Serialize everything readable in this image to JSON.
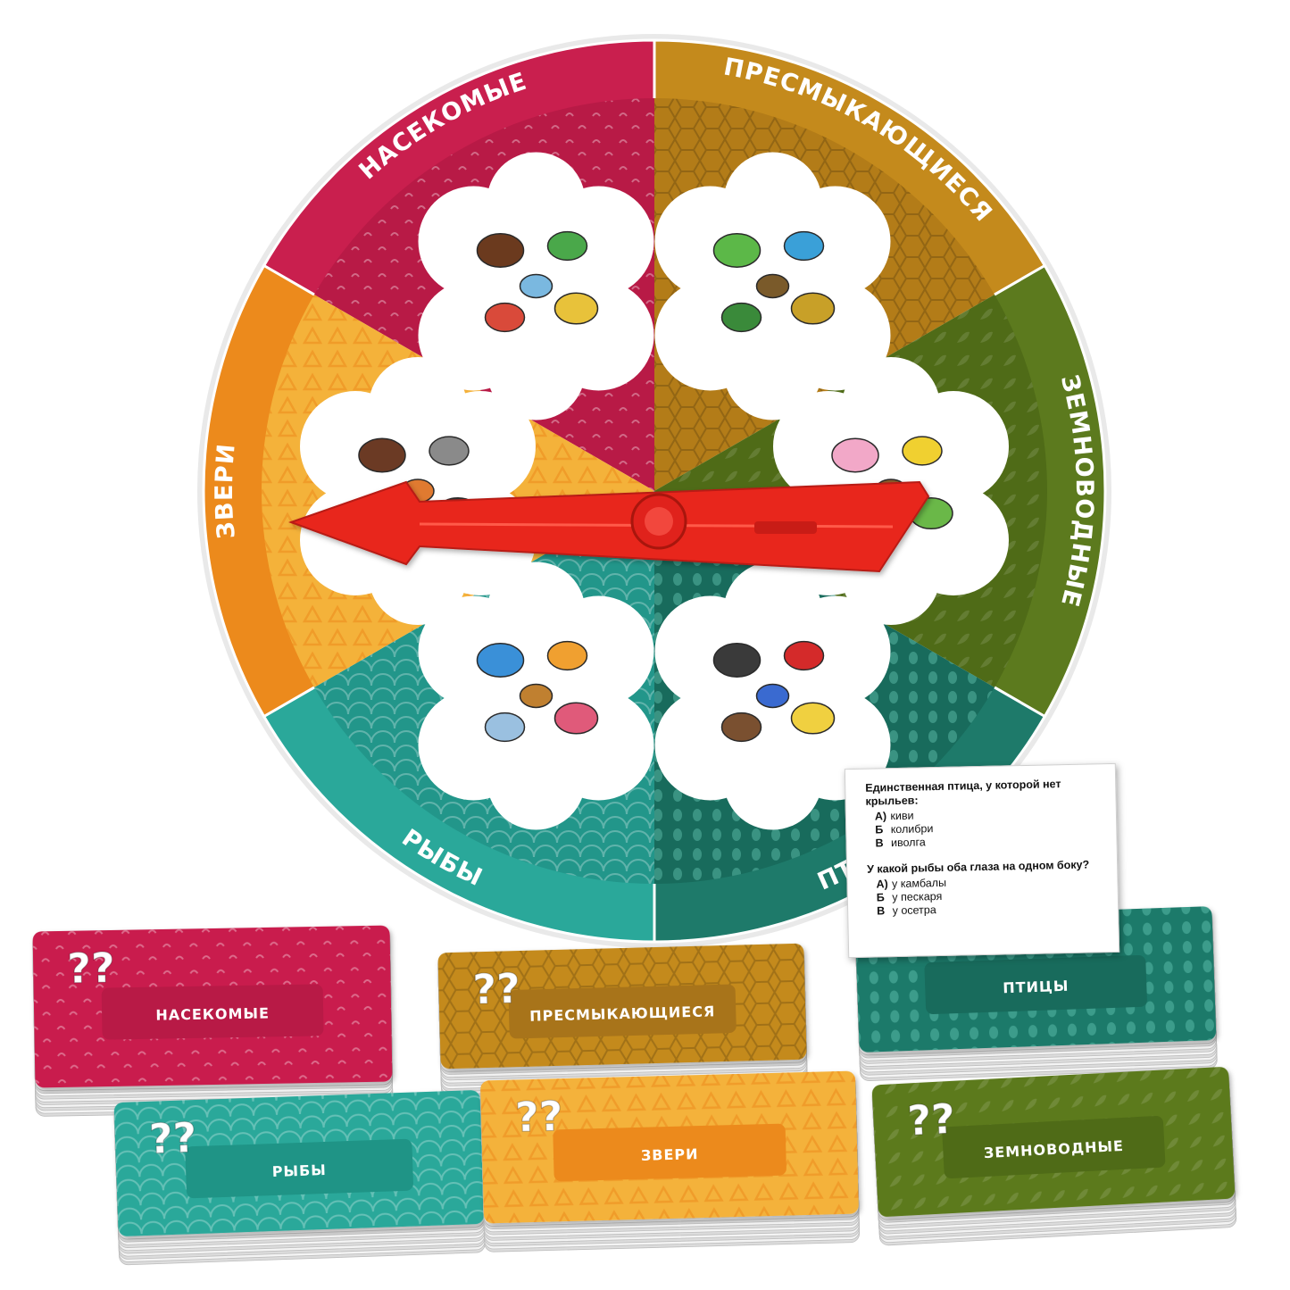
{
  "wheel": {
    "sectors": [
      {
        "label": "НАСЕКОМЫЕ",
        "color": "#c91f4e",
        "inner": "#b81a46"
      },
      {
        "label": "ПРЕСМЫКАЮЩИЕСЯ",
        "color": "#c48a1c",
        "inner": "#b37c18"
      },
      {
        "label": "ЗЕМНОВОДНЫЕ",
        "color": "#5c7a1e",
        "inner": "#4f6b17"
      },
      {
        "label": "ПТИЦЫ",
        "color": "#1e7a6a",
        "inner": "#186b5c"
      },
      {
        "label": "РЫБЫ",
        "color": "#2aa89a",
        "inner": "#22968a"
      },
      {
        "label": "ЗВЕРИ",
        "color": "#ec8a1c",
        "inner": "#f4b23a"
      }
    ],
    "spinner_color": "#e8261e"
  },
  "question_card": {
    "q1": "Единственная птица, у которой нет крыльев:",
    "q1_options": [
      {
        "key": "А)",
        "text": "киви"
      },
      {
        "key": "Б",
        "text": "колибри"
      },
      {
        "key": "В",
        "text": "иволга"
      }
    ],
    "q2": "У какой рыбы оба глаза на одном боку?",
    "q2_options": [
      {
        "key": "А)",
        "text": "у камбалы"
      },
      {
        "key": "Б",
        "text": "у пескаря"
      },
      {
        "key": "В",
        "text": "у осетра"
      }
    ]
  },
  "decks": [
    {
      "label": "НАСЕКОМЫЕ",
      "mark": "??",
      "color": "#c91f4e",
      "band": "#b81a46"
    },
    {
      "label": "ПРЕСМЫКАЮЩИЕСЯ",
      "mark": "??",
      "color": "#c48a1c",
      "band": "#a8741a"
    },
    {
      "label": "ПТИЦЫ",
      "mark": "",
      "color": "#1e7a6a",
      "band": "#186b5c"
    },
    {
      "label": "РЫБЫ",
      "mark": "??",
      "color": "#2aa89a",
      "band": "#1f9486"
    },
    {
      "label": "ЗВЕРИ",
      "mark": "??",
      "color": "#f4b23a",
      "band": "#ec8a1c"
    },
    {
      "label": "ЗЕМНОВОДНЫЕ",
      "mark": "??",
      "color": "#5c7a1e",
      "band": "#4f6b17"
    }
  ]
}
